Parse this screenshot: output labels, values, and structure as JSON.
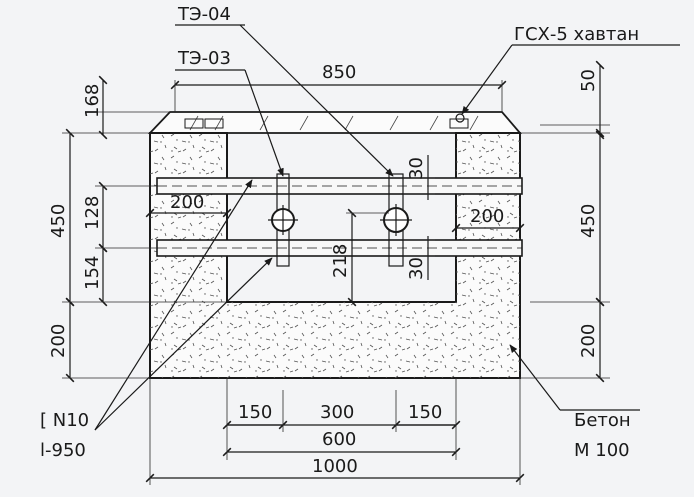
{
  "labels": {
    "te04": "ТЭ-04",
    "te03": "ТЭ-03",
    "gsx": "ГСХ-5 хавтан",
    "beam1": "[ N10",
    "beam2": "l-950",
    "concrete1": "Бетон",
    "concrete2": "М 100"
  },
  "dims": {
    "top_850": "850",
    "left_168": "168",
    "left_450": "450",
    "left_128": "128",
    "left_154": "154",
    "left_200": "200",
    "inner_200_left": "200",
    "inner_200_right": "200",
    "inner_218": "218",
    "inner_30_top": "30",
    "inner_30_bottom": "30",
    "right_50": "50",
    "right_450": "450",
    "right_200": "200",
    "bot_150a": "150",
    "bot_300": "300",
    "bot_150b": "150",
    "bot_600": "600",
    "bot_1000": "1000"
  }
}
